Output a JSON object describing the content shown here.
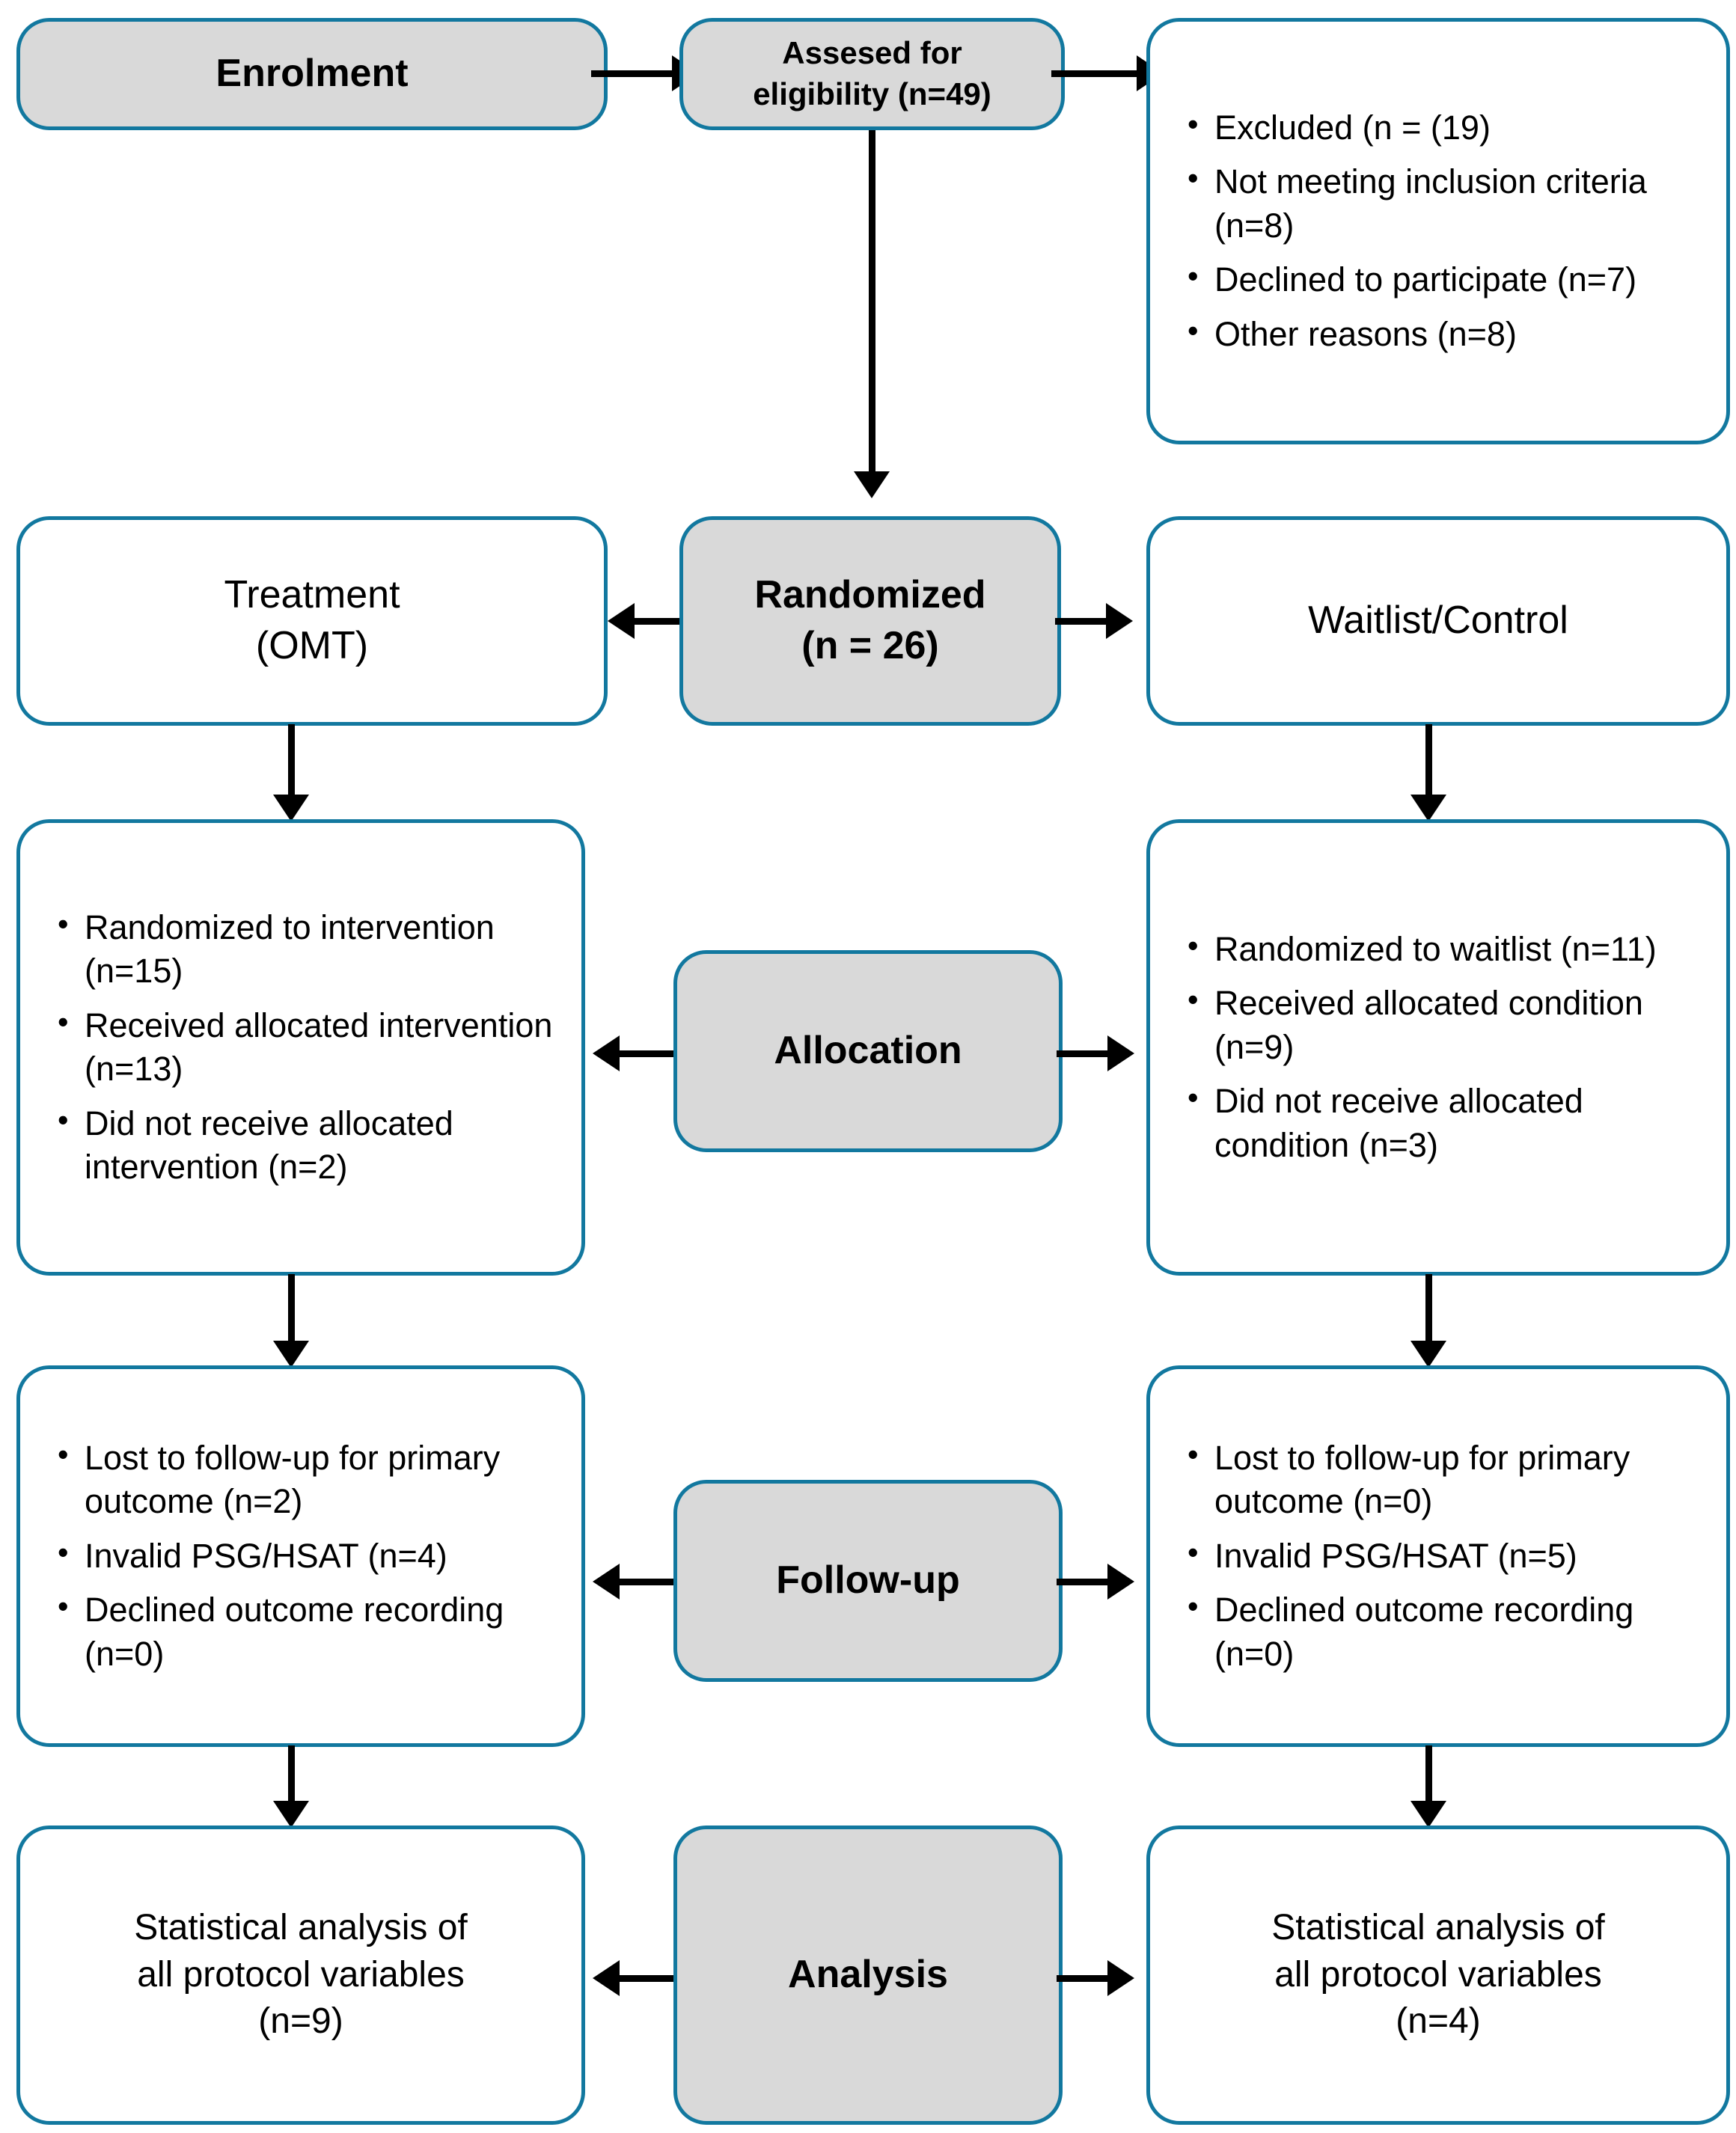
{
  "diagram": {
    "type": "CONSORT participant flow diagram",
    "colors": {
      "box_border": "#12789f",
      "stage_box_fill": "#d9d9d9",
      "outcome_box_fill": "#ffffff",
      "connector": "#000000",
      "text": "#000000"
    }
  },
  "stages": {
    "enrolment": "Enrolment",
    "allocation": "Allocation",
    "followup": "Follow-up",
    "analysis": "Analysis"
  },
  "enrolment": {
    "assessed": "Assesed for\neligibility (n=49)",
    "excluded_items": [
      "Excluded (n = (19)",
      "Not meeting inclusion criteria (n=8)",
      "Declined to participate (n=7)",
      "Other reasons (n=8)"
    ]
  },
  "randomization": {
    "randomized": "Randomized\n(n = 26)",
    "arm_left": "Treatment\n(OMT)",
    "arm_right": "Waitlist/Control"
  },
  "allocation": {
    "left_items": [
      "Randomized to intervention (n=15)",
      "Received allocated intervention (n=13)",
      "Did not receive allocated intervention (n=2)"
    ],
    "right_items": [
      "Randomized to waitlist (n=11)",
      "Received allocated condition (n=9)",
      "Did not receive allocated condition (n=3)"
    ]
  },
  "followup": {
    "left_items": [
      "Lost to follow-up for primary outcome (n=2)",
      "Invalid PSG/HSAT (n=4)",
      "Declined outcome recording (n=0)"
    ],
    "right_items": [
      "Lost to follow-up for primary outcome (n=0)",
      "Invalid PSG/HSAT (n=5)",
      "Declined outcome recording (n=0)"
    ]
  },
  "analysis": {
    "left": "Statistical analysis of\nall protocol variables\n(n=9)",
    "right": "Statistical analysis of\nall protocol variables\n(n=4)"
  }
}
